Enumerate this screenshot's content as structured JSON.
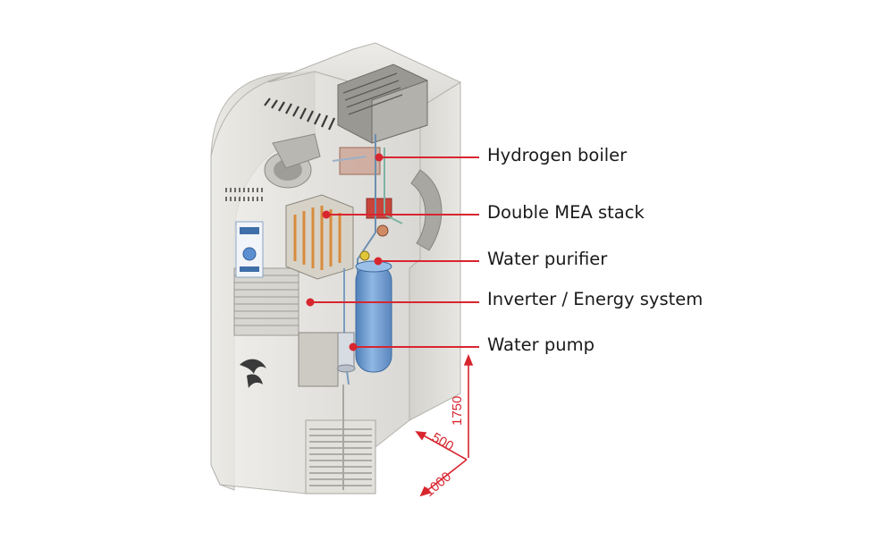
{
  "callouts": [
    {
      "id": "hydrogen-boiler",
      "label": "Hydrogen boiler"
    },
    {
      "id": "double-mea-stack",
      "label": "Double MEA stack"
    },
    {
      "id": "water-purifier",
      "label": "Water purifier"
    },
    {
      "id": "inverter-energy-system",
      "label": "Inverter / Energy system"
    },
    {
      "id": "water-pump",
      "label": "Water pump"
    }
  ],
  "dimensions": {
    "height": "1750",
    "depth": "500",
    "width": "1000"
  },
  "colors": {
    "accent": "#d8262f",
    "cabinet": "#d9d7d2",
    "tank": "#6f9fd4",
    "label_text": "#1a1a1a"
  }
}
